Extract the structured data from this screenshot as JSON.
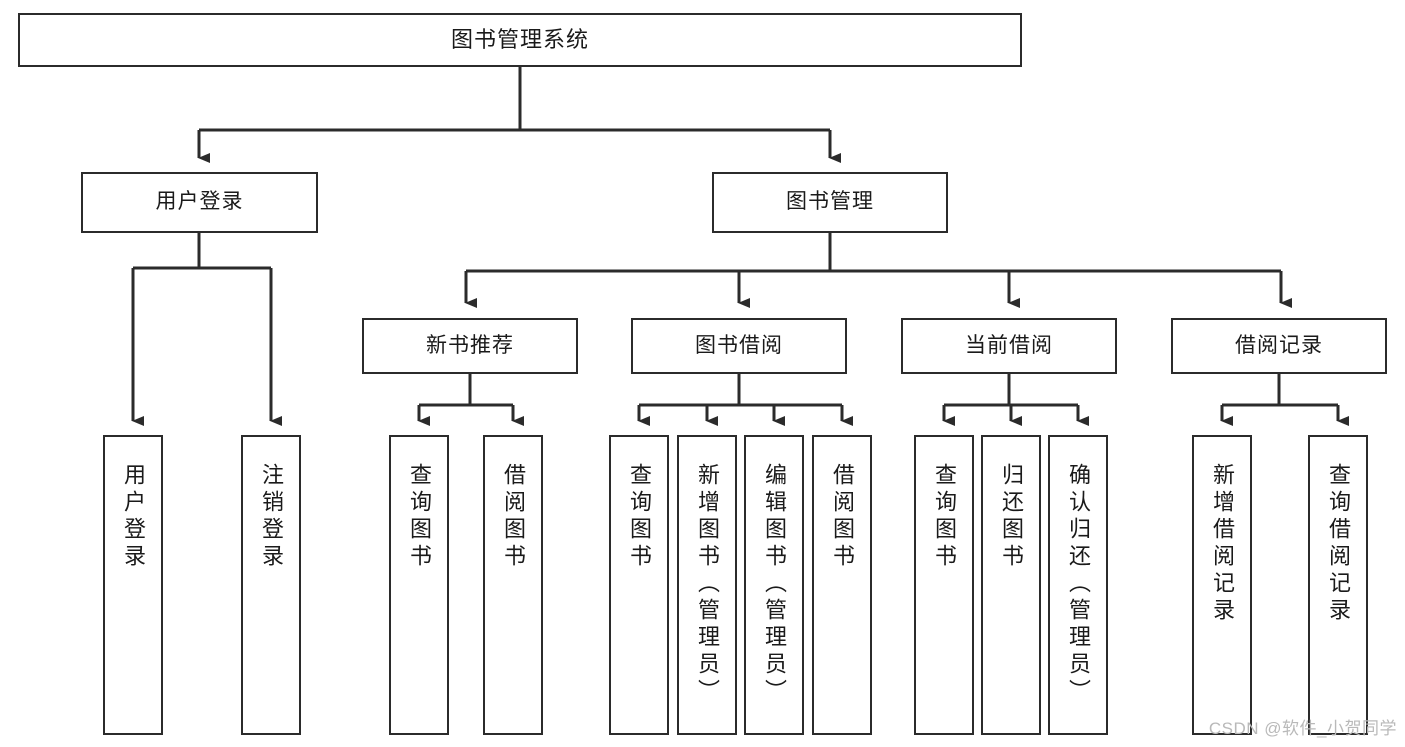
{
  "diagram": {
    "title": "图书管理系统",
    "type": "hierarchy-tree",
    "levels": 4,
    "root": {
      "id": "root",
      "label": "图书管理系统",
      "orientation": "horizontal"
    },
    "level2": [
      {
        "id": "user-login",
        "label": "用户登录",
        "orientation": "horizontal"
      },
      {
        "id": "book-manage",
        "label": "图书管理",
        "orientation": "horizontal"
      }
    ],
    "level3": [
      {
        "id": "new-book-recommend",
        "label": "新书推荐",
        "orientation": "horizontal",
        "parent": "book-manage"
      },
      {
        "id": "book-borrow",
        "label": "图书借阅",
        "orientation": "horizontal",
        "parent": "book-manage"
      },
      {
        "id": "current-borrow",
        "label": "当前借阅",
        "orientation": "horizontal",
        "parent": "book-manage"
      },
      {
        "id": "borrow-record",
        "label": "借阅记录",
        "orientation": "horizontal",
        "parent": "book-manage"
      }
    ],
    "leaves": [
      {
        "id": "leaf-user-login",
        "label": "用户登录",
        "orientation": "vertical",
        "parent": "user-login"
      },
      {
        "id": "leaf-user-logout",
        "label": "注销登录",
        "orientation": "vertical",
        "parent": "user-login"
      },
      {
        "id": "leaf-query-book-1",
        "label": "查询图书",
        "orientation": "vertical",
        "parent": "new-book-recommend"
      },
      {
        "id": "leaf-borrow-book-1",
        "label": "借阅图书",
        "orientation": "vertical",
        "parent": "new-book-recommend"
      },
      {
        "id": "leaf-query-book-2",
        "label": "查询图书",
        "orientation": "vertical",
        "parent": "book-borrow"
      },
      {
        "id": "leaf-add-book",
        "label": "新增图书（管理员）",
        "orientation": "vertical",
        "parent": "book-borrow"
      },
      {
        "id": "leaf-edit-book",
        "label": "编辑图书（管理员）",
        "orientation": "vertical",
        "parent": "book-borrow"
      },
      {
        "id": "leaf-borrow-book-2",
        "label": "借阅图书",
        "orientation": "vertical",
        "parent": "book-borrow"
      },
      {
        "id": "leaf-query-book-3",
        "label": "查询图书",
        "orientation": "vertical",
        "parent": "current-borrow"
      },
      {
        "id": "leaf-return-book",
        "label": "归还图书",
        "orientation": "vertical",
        "parent": "current-borrow"
      },
      {
        "id": "leaf-confirm-return",
        "label": "确认归还（管理员）",
        "orientation": "vertical",
        "parent": "current-borrow"
      },
      {
        "id": "leaf-add-record",
        "label": "新增借阅记录",
        "orientation": "vertical",
        "parent": "borrow-record"
      },
      {
        "id": "leaf-query-record",
        "label": "查询借阅记录",
        "orientation": "vertical",
        "parent": "borrow-record"
      }
    ],
    "colors": {
      "stroke": "#2b2b2b",
      "fill": "#ffffff",
      "text": "#1a1a1a",
      "watermark": "#b9b9b9"
    }
  },
  "watermark": {
    "text": "CSDN @软件_小贺同学"
  }
}
